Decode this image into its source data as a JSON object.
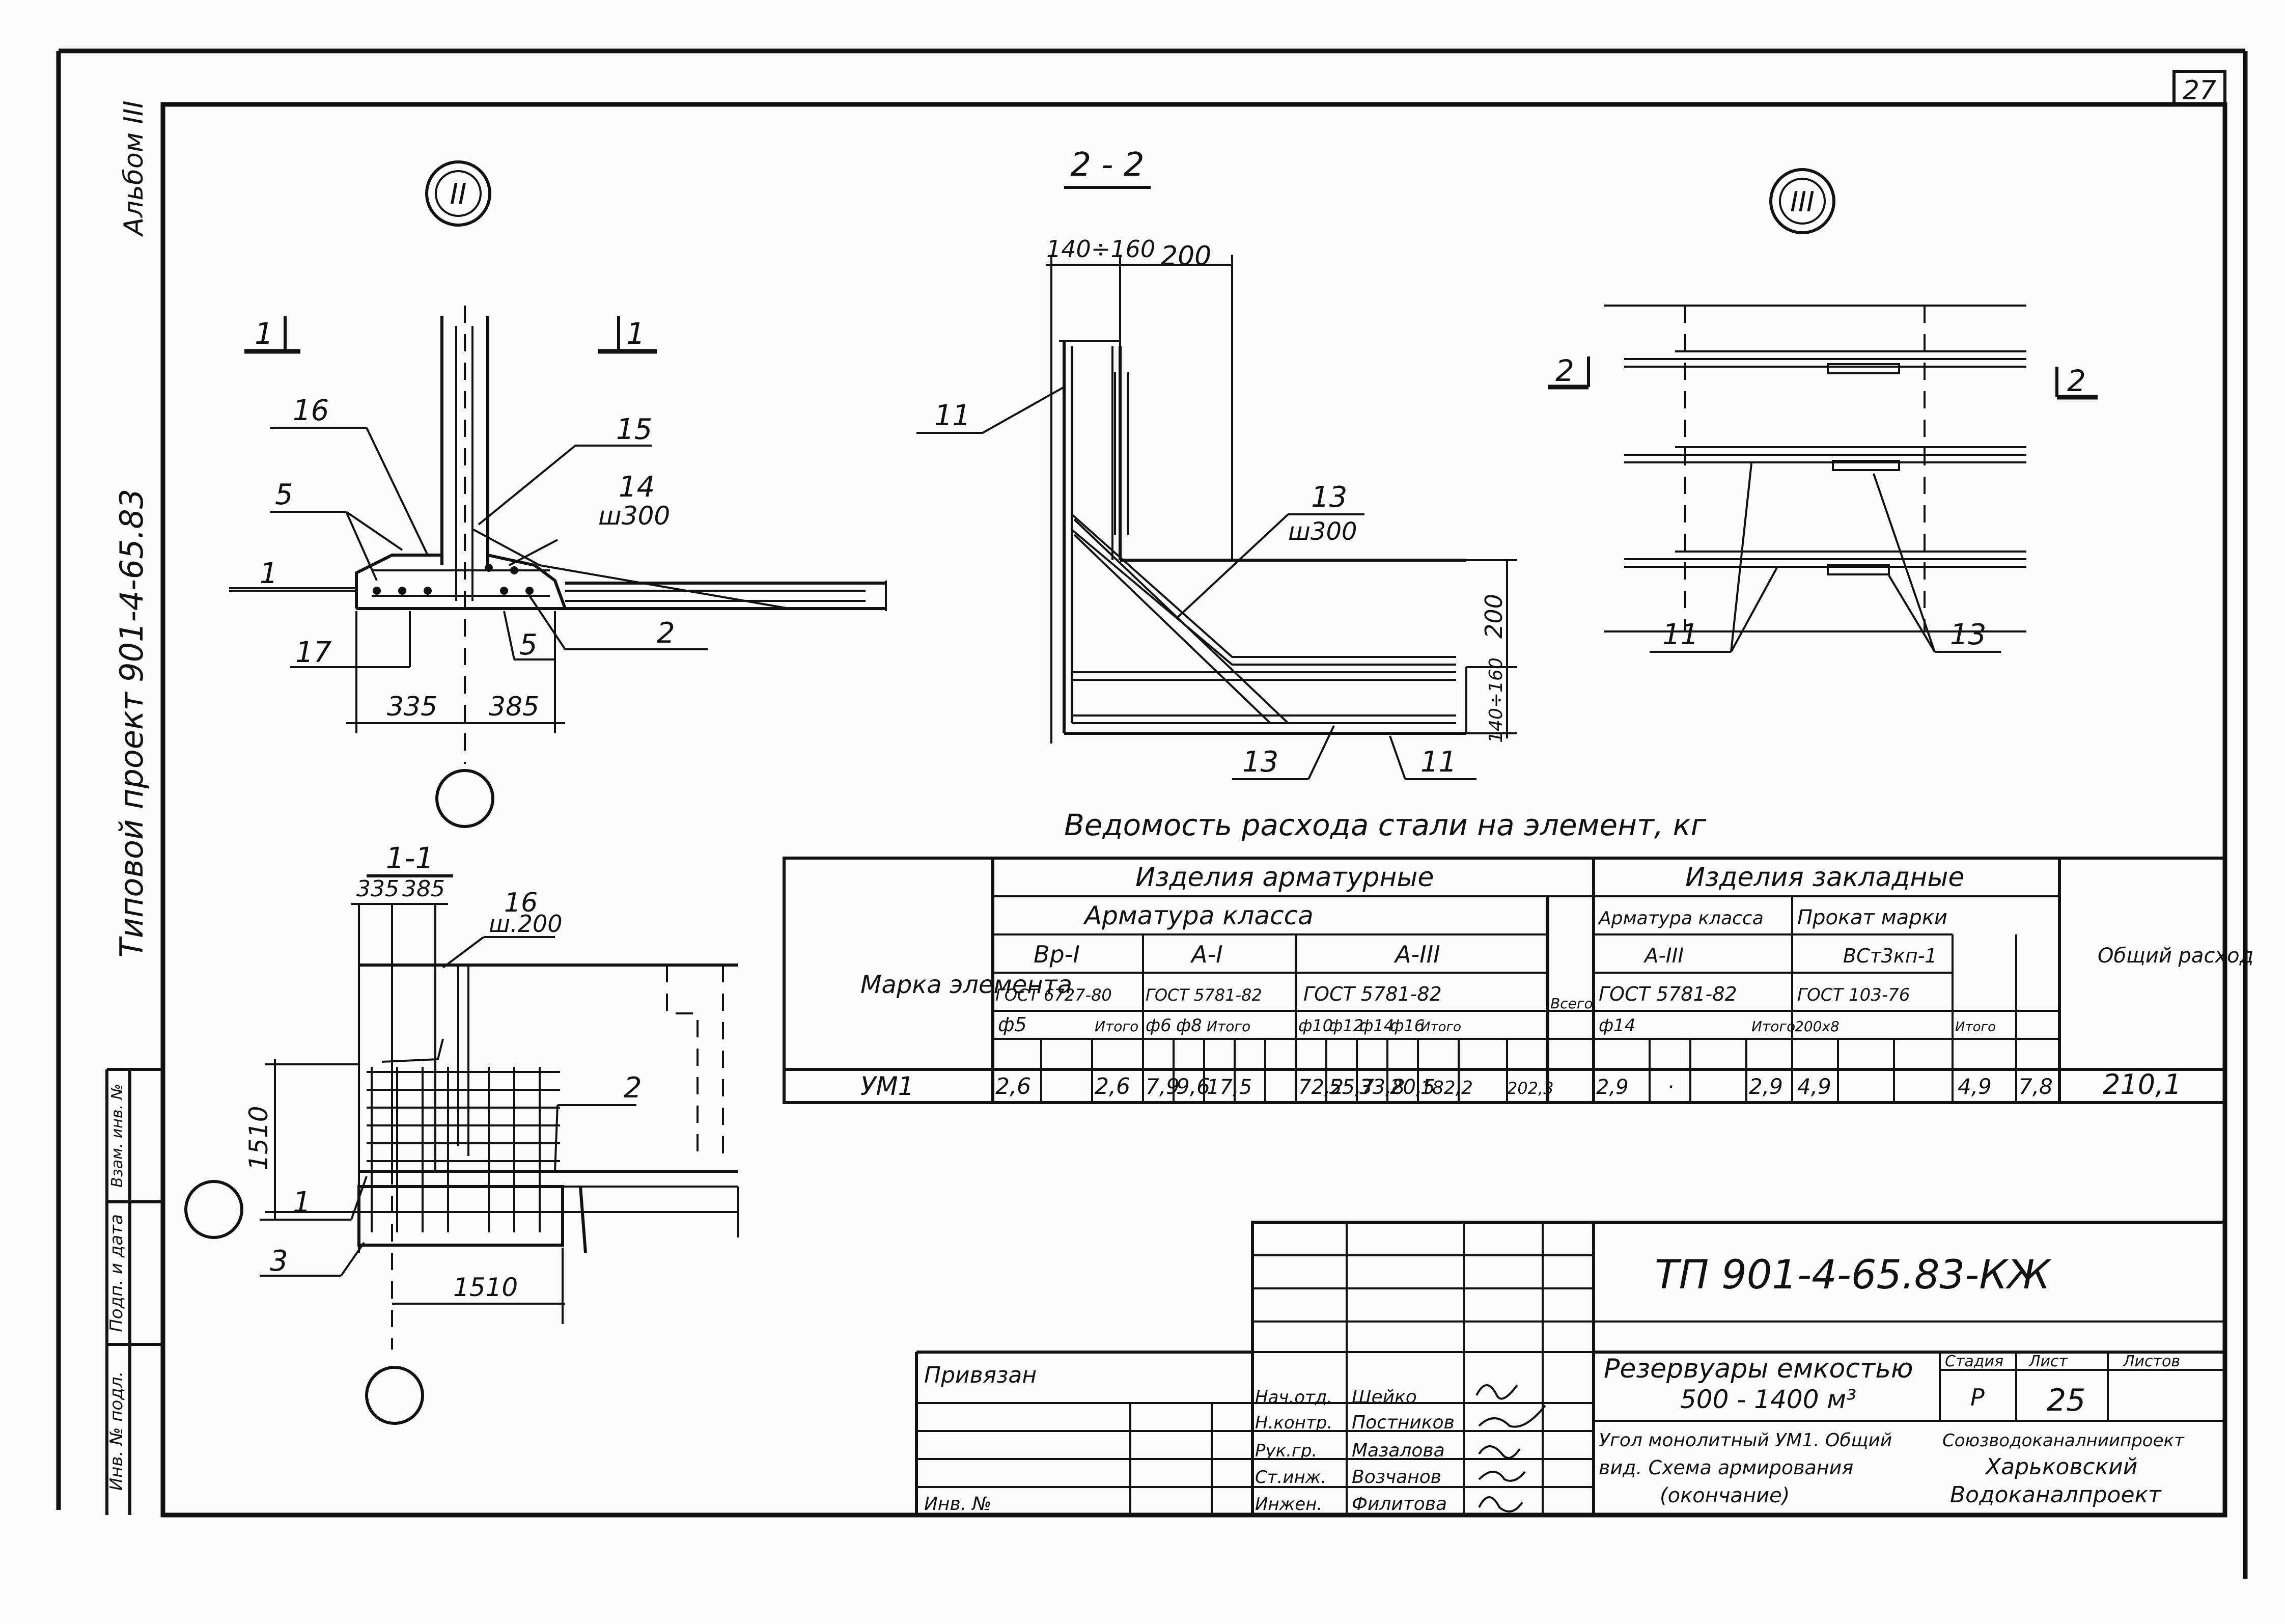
{
  "sheet": {
    "page_number": "27",
    "album": "Альбом III",
    "project": "Типовой проект 901-4-65.83",
    "stamp_fields": [
      "Инв. № подл.",
      "Подп. и дата",
      "Взам. инв. №"
    ]
  },
  "node_2": {
    "marker": "II",
    "cut_marks": [
      "1",
      "1"
    ],
    "callouts": [
      "16",
      "5",
      "1",
      "17",
      "15",
      "14",
      "ш300",
      "2",
      "5"
    ],
    "dims": [
      "335",
      "385"
    ]
  },
  "section_1_1": {
    "title": "1-1",
    "dims": [
      "335",
      "385",
      "1510",
      "1510"
    ],
    "callouts": [
      "16",
      "ш.200",
      "2",
      "1",
      "3"
    ]
  },
  "section_2_2": {
    "title": "2 - 2",
    "dims": [
      "140÷160",
      "200",
      "200",
      "140÷160"
    ],
    "callouts": [
      "11",
      "13",
      "ш300",
      "13",
      "11"
    ]
  },
  "node_3": {
    "marker": "III",
    "cut_marks": [
      "2",
      "2"
    ],
    "callouts": [
      "11",
      "13"
    ]
  },
  "table": {
    "title": "Ведомость расхода стали на элемент, кг",
    "row_header": "Марка элемента",
    "group_rebar": "Изделия арматурные",
    "group_embedded": "Изделия закладные",
    "sub_rebar_class": "Арматура класса",
    "sub_embedded_rebar": "Арматура класса",
    "sub_rolled": "Прокат марки",
    "classes": [
      "Вр-I",
      "A-I",
      "A-III",
      "A-III",
      "ВСт3кп-1"
    ],
    "gosts": [
      "ГОСТ 6727-80",
      "ГОСТ 5781-82",
      "ГОСТ 5781-82",
      "ГОСТ 5781-82",
      "ГОСТ 103-76"
    ],
    "total_label": "Общий расход",
    "vsego_label": "Всего",
    "diameters": [
      "ф5",
      "",
      "Итого",
      "ф6",
      "ф8",
      "Итого",
      "ф10",
      "ф12",
      "ф14",
      "ф16",
      "Итого",
      "",
      "ф14",
      "",
      "",
      "Итого",
      "200x8",
      "",
      "",
      "Итого",
      "",
      ""
    ],
    "row": {
      "mark": "УМ1",
      "cells": [
        "2,6",
        "",
        "2,6",
        "7,9",
        "9,6",
        "17,5",
        "72,2",
        "55,7",
        "33,8",
        "20,5",
        "182,2",
        "202,3",
        "2,9",
        "·",
        "",
        "2,9",
        "4,9",
        "",
        "",
        "4,9",
        "7,8",
        "210,1"
      ]
    }
  },
  "title_block": {
    "code": "ТП 901-4-65.83-КЖ",
    "binding_label": "Привязан",
    "inv_label": "Инв. №",
    "signatures": [
      {
        "role": "Нач.отд.",
        "name": "Шейко"
      },
      {
        "role": "Н.контр.",
        "name": "Постников"
      },
      {
        "role": "Рук.гр.",
        "name": "Мазалова"
      },
      {
        "role": "Ст.инж.",
        "name": "Возчанов"
      },
      {
        "role": "Инжен.",
        "name": "Филитова"
      }
    ],
    "object_title_1": "Резервуары емкостью",
    "object_title_2": "500 - 1400 м³",
    "sheet_title_1": "Угол монолитный УМ1. Общий",
    "sheet_title_2": "вид. Схема армирования",
    "sheet_title_3": "(окончание)",
    "stage_label": "Стадия",
    "sheet_label": "Лист",
    "sheets_label": "Листов",
    "stage": "Р",
    "sheet": "25",
    "org_1": "Союзводоканалниипроект",
    "org_2": "Харьковский",
    "org_3": "Водоканалпроект"
  }
}
